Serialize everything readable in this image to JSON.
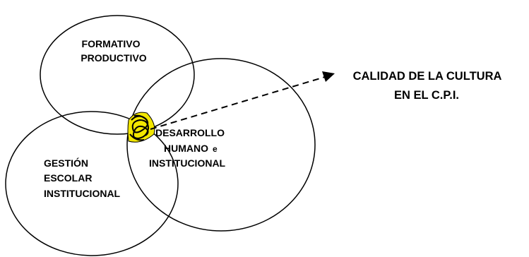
{
  "diagram": {
    "sets": [
      {
        "id": "formativo",
        "lines": [
          "FORMATIVO",
          "PRODUCTIVO"
        ]
      },
      {
        "id": "gestion",
        "lines": [
          "GESTIÓN",
          "ESCOLAR",
          "INSTITUCIONAL"
        ]
      },
      {
        "id": "desarrollo",
        "line1_main": "DESARROLLO",
        "line2_main": "HUMANO",
        "line2_suffix": "e",
        "line3": "INSTITUCIONAL"
      }
    ],
    "result": {
      "lines": [
        "CALIDAD DE LA CULTURA",
        "EN EL C.P.I."
      ]
    },
    "colors": {
      "stroke": "#000000",
      "highlight": "#f2e600",
      "background": "#ffffff"
    }
  }
}
